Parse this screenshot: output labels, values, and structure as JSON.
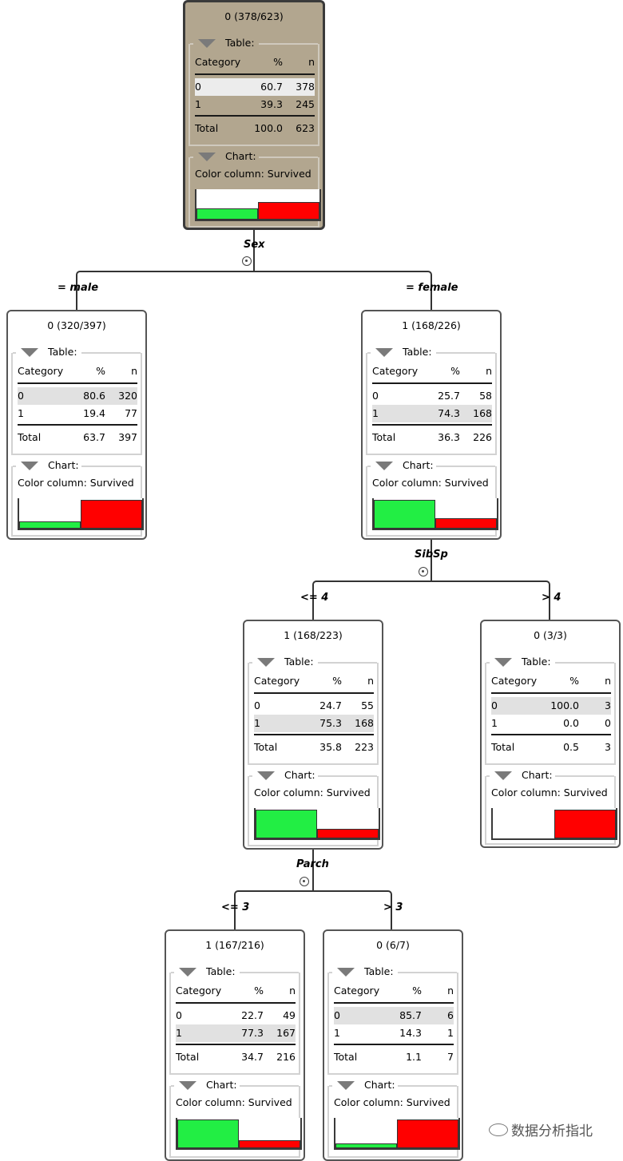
{
  "column_headers": {
    "category": "Category",
    "percent": "%",
    "n": "n"
  },
  "panel_labels": {
    "table": "Table:",
    "chart": "Chart:"
  },
  "colors": {
    "class_0": "#22ee44",
    "class_1": "#ff0000",
    "selected_node_bg": "#b2a68f"
  },
  "nodes": [
    {
      "id": "root",
      "title": "0 (378/623)",
      "selected": true,
      "rows": [
        {
          "category": "0",
          "pct": "60.7",
          "n": "378",
          "highlight": true
        },
        {
          "category": "1",
          "pct": "39.3",
          "n": "245",
          "highlight": false
        }
      ],
      "total": {
        "label": "Total",
        "pct": "100.0",
        "n": "623"
      },
      "color_column": "Color column: Survived",
      "bar_fractions": [
        0.4,
        0.6
      ]
    },
    {
      "id": "male",
      "title": "0 (320/397)",
      "selected": false,
      "rows": [
        {
          "category": "0",
          "pct": "80.6",
          "n": "320",
          "highlight": true
        },
        {
          "category": "1",
          "pct": "19.4",
          "n": "77",
          "highlight": false
        }
      ],
      "total": {
        "label": "Total",
        "pct": "63.7",
        "n": "397"
      },
      "color_column": "Color column: Survived",
      "bar_fractions": [
        0.24,
        1.0
      ]
    },
    {
      "id": "female",
      "title": "1 (168/226)",
      "selected": false,
      "rows": [
        {
          "category": "0",
          "pct": "25.7",
          "n": "58",
          "highlight": false
        },
        {
          "category": "1",
          "pct": "74.3",
          "n": "168",
          "highlight": true
        }
      ],
      "total": {
        "label": "Total",
        "pct": "36.3",
        "n": "226"
      },
      "color_column": "Color column: Survived",
      "bar_fractions": [
        1.0,
        0.35
      ]
    },
    {
      "id": "sibsp_le4",
      "title": "1 (168/223)",
      "selected": false,
      "rows": [
        {
          "category": "0",
          "pct": "24.7",
          "n": "55",
          "highlight": false
        },
        {
          "category": "1",
          "pct": "75.3",
          "n": "168",
          "highlight": true
        }
      ],
      "total": {
        "label": "Total",
        "pct": "35.8",
        "n": "223"
      },
      "color_column": "Color column: Survived",
      "bar_fractions": [
        1.0,
        0.33
      ]
    },
    {
      "id": "sibsp_gt4",
      "title": "0 (3/3)",
      "selected": false,
      "rows": [
        {
          "category": "0",
          "pct": "100.0",
          "n": "3",
          "highlight": true
        },
        {
          "category": "1",
          "pct": "0.0",
          "n": "0",
          "highlight": false
        }
      ],
      "total": {
        "label": "Total",
        "pct": "0.5",
        "n": "3"
      },
      "color_column": "Color column: Survived",
      "bar_fractions": [
        0.0,
        1.0
      ]
    },
    {
      "id": "parch_le3",
      "title": "1 (167/216)",
      "selected": false,
      "rows": [
        {
          "category": "0",
          "pct": "22.7",
          "n": "49",
          "highlight": false
        },
        {
          "category": "1",
          "pct": "77.3",
          "n": "167",
          "highlight": true
        }
      ],
      "total": {
        "label": "Total",
        "pct": "34.7",
        "n": "216"
      },
      "color_column": "Color column: Survived",
      "bar_fractions": [
        1.0,
        0.29
      ]
    },
    {
      "id": "parch_gt3",
      "title": "0 (6/7)",
      "selected": false,
      "rows": [
        {
          "category": "0",
          "pct": "85.7",
          "n": "6",
          "highlight": true
        },
        {
          "category": "1",
          "pct": "14.3",
          "n": "1",
          "highlight": false
        }
      ],
      "total": {
        "label": "Total",
        "pct": "1.1",
        "n": "7"
      },
      "color_column": "Color column: Survived",
      "bar_fractions": [
        0.17,
        1.0
      ]
    }
  ],
  "splits": [
    {
      "id": "sex",
      "label": "Sex"
    },
    {
      "id": "sibsp",
      "label": "SibSp"
    },
    {
      "id": "parch",
      "label": "Parch"
    }
  ],
  "edge_labels": [
    {
      "id": "male",
      "label": "= male"
    },
    {
      "id": "female",
      "label": "= female"
    },
    {
      "id": "sibsp_le4",
      "label": "<= 4"
    },
    {
      "id": "sibsp_gt4",
      "label": "> 4"
    },
    {
      "id": "parch_le3",
      "label": "<= 3"
    },
    {
      "id": "parch_gt3",
      "label": "> 3"
    }
  ],
  "watermark": "数据分析指北"
}
